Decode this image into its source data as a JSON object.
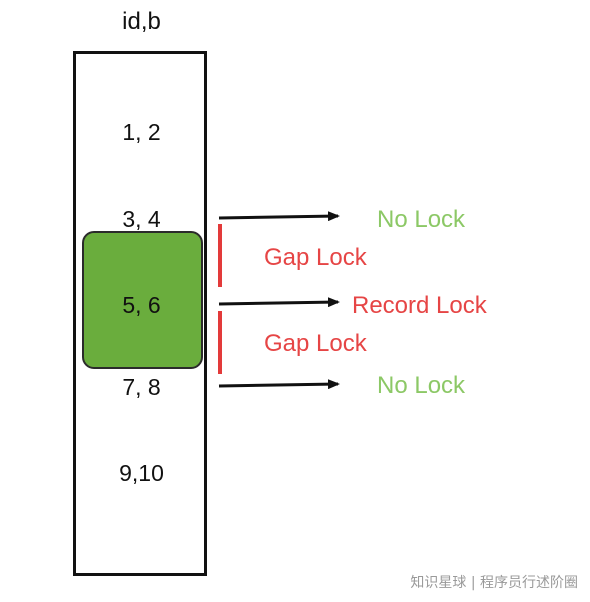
{
  "column_header": "id,b",
  "rows": [
    "1, 2",
    "3, 4",
    "5, 6",
    "7, 8",
    "9,10"
  ],
  "locks": {
    "no_lock_top": "No Lock",
    "gap_lock_top": "Gap Lock",
    "record_lock": "Record Lock",
    "gap_lock_bottom": "Gap Lock",
    "no_lock_bottom": "No Lock"
  },
  "colors": {
    "no_lock": "#8cc866",
    "gap_lock": "#e64545",
    "record_lock": "#e64545",
    "highlight_fill": "#6aad3d"
  },
  "watermark": "知识星球 | 程序员行述阶圈"
}
